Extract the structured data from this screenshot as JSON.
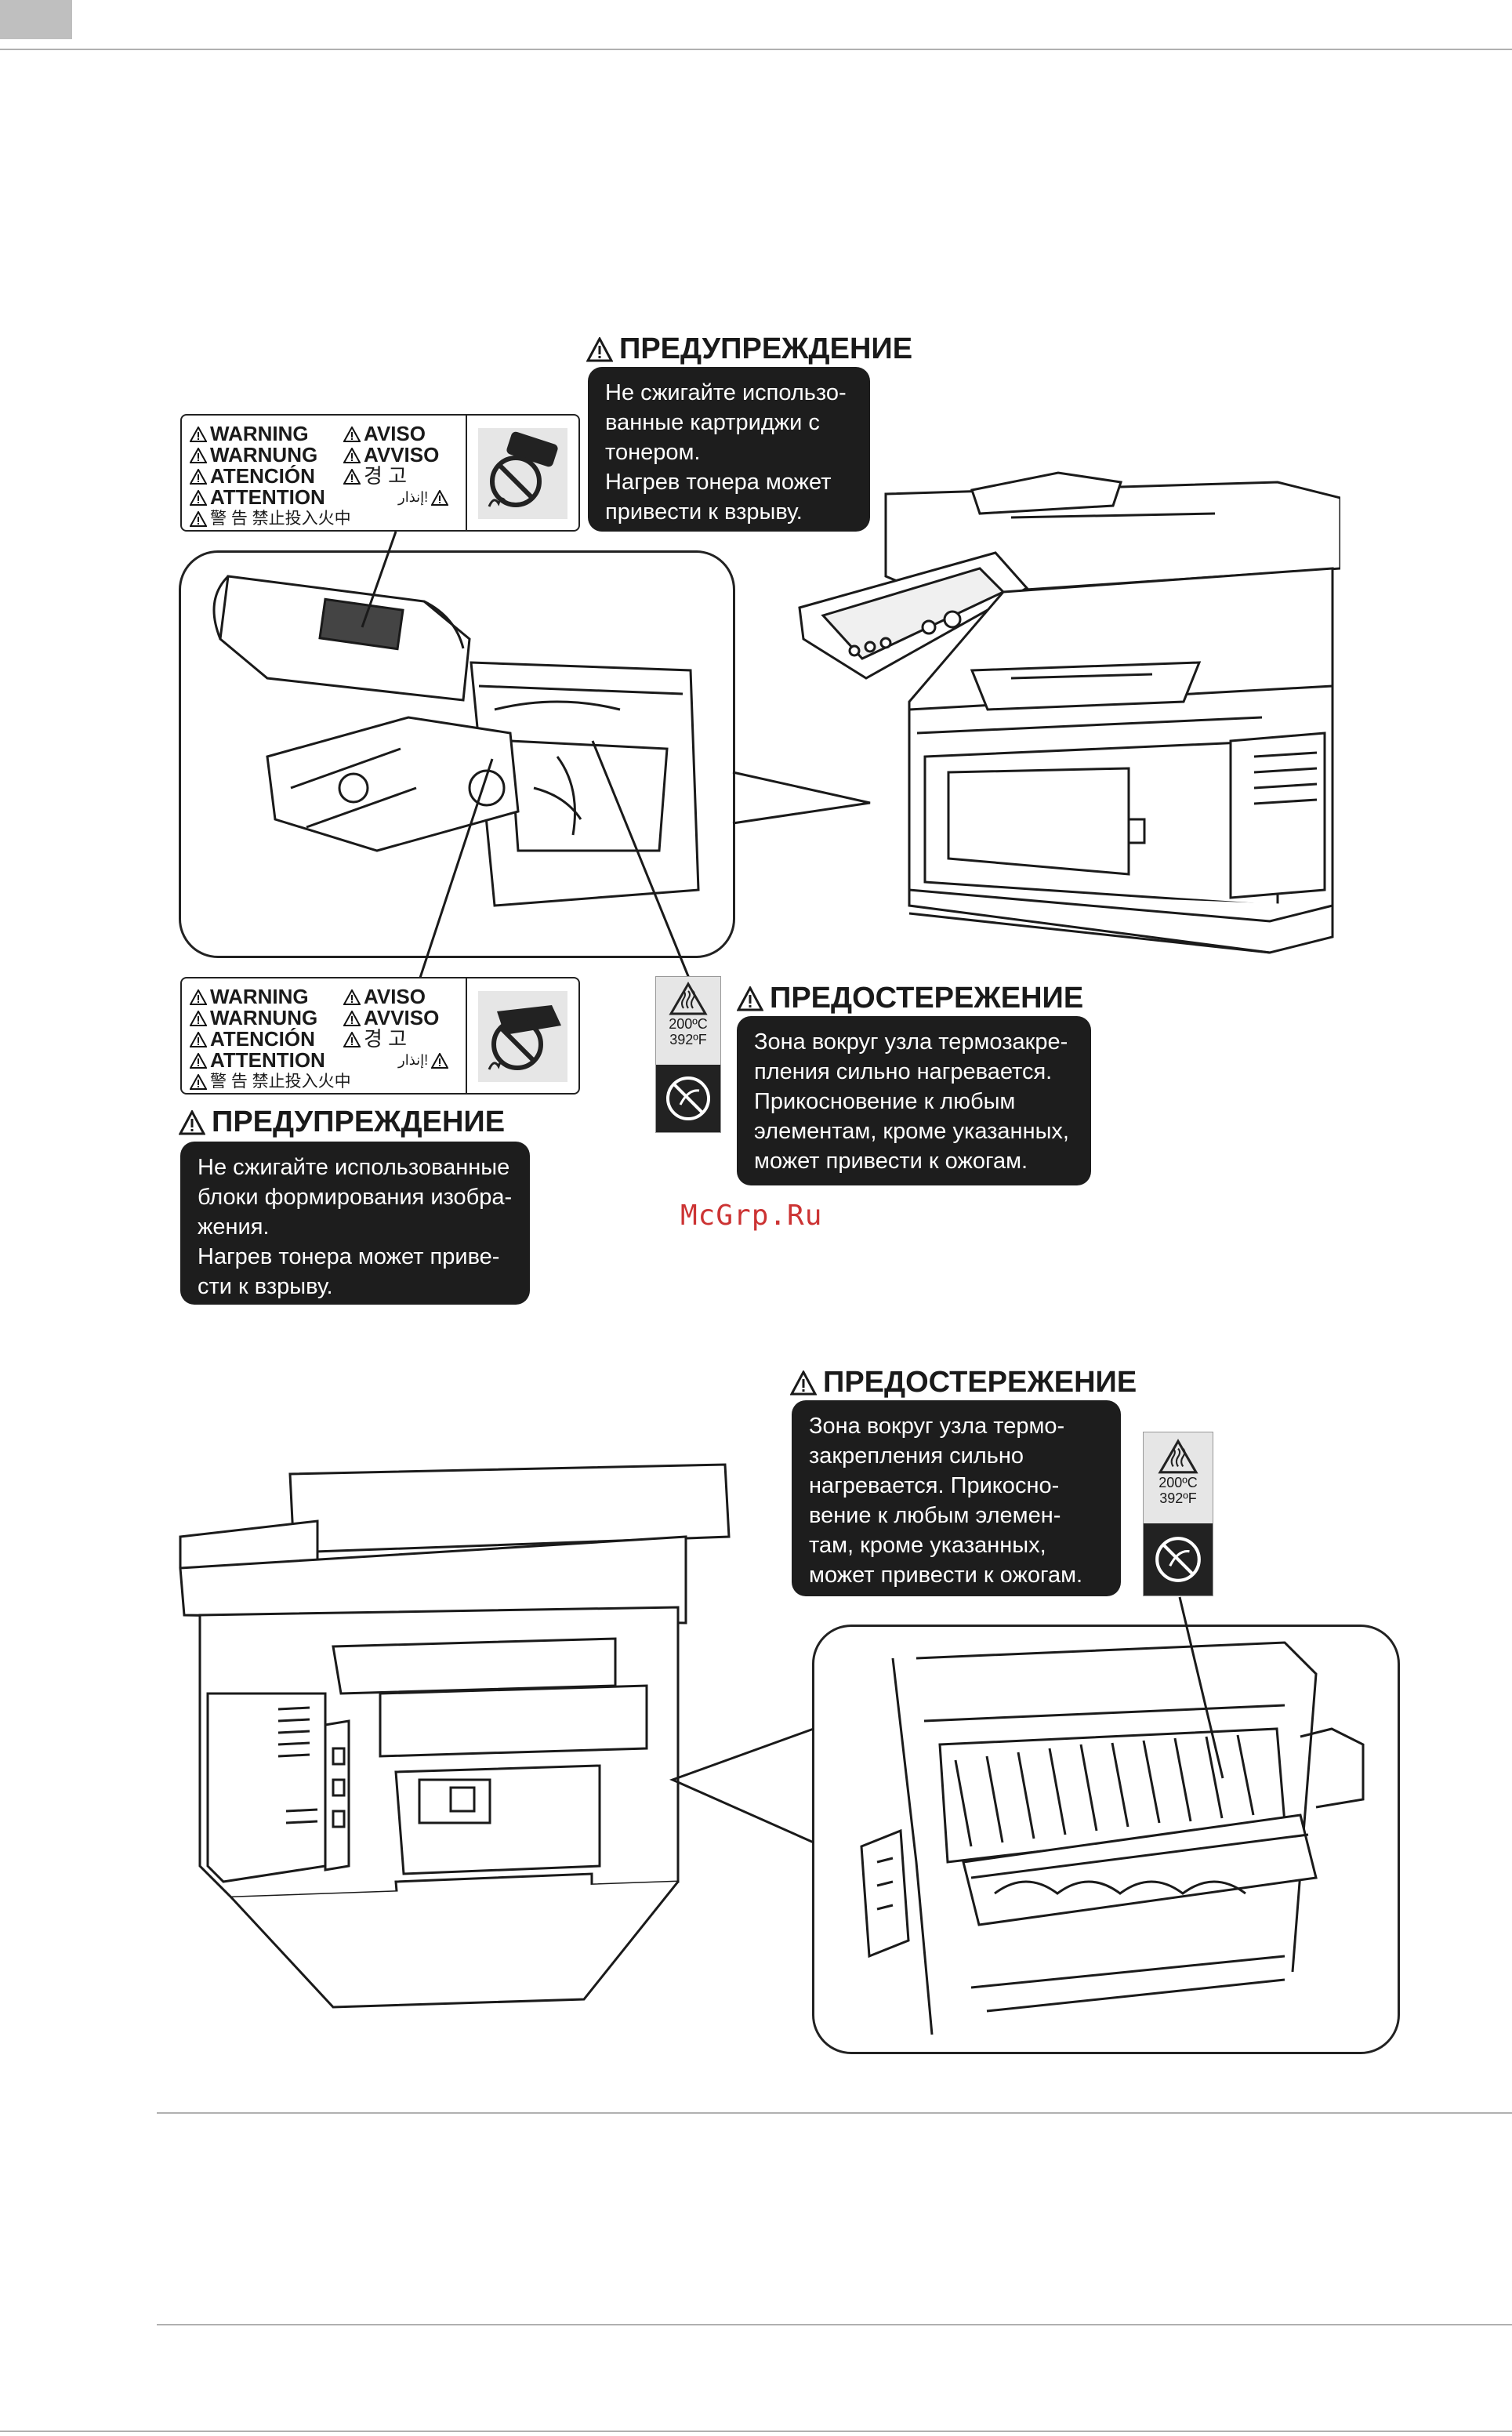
{
  "page": {
    "watermark": "McGrp.Ru"
  },
  "top_warning": {
    "heading": "ПРЕДУПРЕЖДЕНИЕ",
    "text": "Не сжигайте использо-\nванные картриджи с\nтонером.\nНагрев тонера может\nпривести к взрыву."
  },
  "toner_label": {
    "col1": [
      "WARNING",
      "WARNUNG",
      "ATENCIÓN",
      "ATTENTION"
    ],
    "col2": [
      "AVISO",
      "AVVISO",
      "경 고",
      "إنذار!"
    ],
    "cjk": "警 告  禁止投入火中"
  },
  "drum_label": {
    "col1": [
      "WARNING",
      "WARNUNG",
      "ATENCIÓN",
      "ATTENTION"
    ],
    "col2": [
      "AVISO",
      "AVVISO",
      "경 고",
      "إنذار!"
    ],
    "cjk": "警 告  禁止投入火中"
  },
  "heat_label_1": {
    "temp_c": "200ºC",
    "temp_f": "392ºF"
  },
  "heat_label_2": {
    "temp_c": "200ºC",
    "temp_f": "392ºF"
  },
  "caution_1": {
    "heading": "ПРЕДОСТЕРЕЖЕНИЕ",
    "text": "Зона вокруг узла термозакре-\nпления сильно нагревается.\nПрикосновение к любым\nэлементам, кроме указанных,\nможет привести к ожогам."
  },
  "drum_warning": {
    "heading": "ПРЕДУПРЕЖДЕНИЕ",
    "text": "Не сжигайте использованные\nблоки формирования изобра-\nжения.\nНагрев тонера может приве-\nсти к взрыву."
  },
  "caution_2": {
    "heading": "ПРЕДОСТЕРЕЖЕНИЕ",
    "text": "Зона вокруг узла термо-\nзакрепления сильно\nнагревается. Прикосно-\nвение к любым элемен-\nтам, кроме указанных,\nможет привести к ожогам."
  }
}
